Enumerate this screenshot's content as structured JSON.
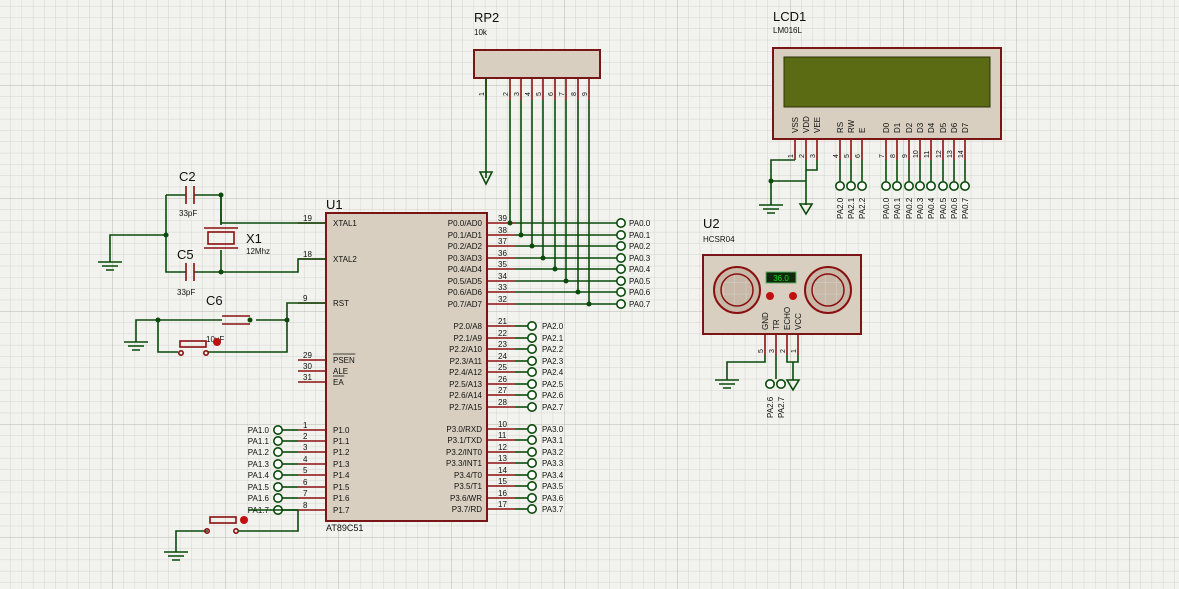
{
  "u1": {
    "ref": "U1",
    "part": "AT89C51",
    "left_pins": [
      {
        "num": "19",
        "name": "XTAL1"
      },
      {
        "num": "18",
        "name": "XTAL2"
      },
      {
        "num": "9",
        "name": "RST"
      },
      {
        "num": "29",
        "name": "PSEN"
      },
      {
        "num": "30",
        "name": "ALE"
      },
      {
        "num": "31",
        "name": "EA"
      },
      {
        "num": "1",
        "name": "P1.0"
      },
      {
        "num": "2",
        "name": "P1.1"
      },
      {
        "num": "3",
        "name": "P1.2"
      },
      {
        "num": "4",
        "name": "P1.3"
      },
      {
        "num": "5",
        "name": "P1.4"
      },
      {
        "num": "6",
        "name": "P1.5"
      },
      {
        "num": "7",
        "name": "P1.6"
      },
      {
        "num": "8",
        "name": "P1.7"
      }
    ],
    "right_pins": [
      {
        "num": "39",
        "name": "P0.0/AD0"
      },
      {
        "num": "38",
        "name": "P0.1/AD1"
      },
      {
        "num": "37",
        "name": "P0.2/AD2"
      },
      {
        "num": "36",
        "name": "P0.3/AD3"
      },
      {
        "num": "35",
        "name": "P0.4/AD4"
      },
      {
        "num": "34",
        "name": "P0.5/AD5"
      },
      {
        "num": "33",
        "name": "P0.6/AD6"
      },
      {
        "num": "32",
        "name": "P0.7/AD7"
      },
      {
        "num": "21",
        "name": "P2.0/A8"
      },
      {
        "num": "22",
        "name": "P2.1/A9"
      },
      {
        "num": "23",
        "name": "P2.2/A10"
      },
      {
        "num": "24",
        "name": "P2.3/A11"
      },
      {
        "num": "25",
        "name": "P2.4/A12"
      },
      {
        "num": "26",
        "name": "P2.5/A13"
      },
      {
        "num": "27",
        "name": "P2.6/A14"
      },
      {
        "num": "28",
        "name": "P2.7/A15"
      },
      {
        "num": "10",
        "name": "P3.0/RXD"
      },
      {
        "num": "11",
        "name": "P3.1/TXD"
      },
      {
        "num": "12",
        "name": "P3.2/INT0"
      },
      {
        "num": "13",
        "name": "P3.3/INT1"
      },
      {
        "num": "14",
        "name": "P3.4/T0"
      },
      {
        "num": "15",
        "name": "P3.5/T1"
      },
      {
        "num": "16",
        "name": "P3.6/WR"
      },
      {
        "num": "17",
        "name": "P3.7/RD"
      }
    ]
  },
  "port0_labels": [
    "PA0.0",
    "PA0.1",
    "PA0.2",
    "PA0.3",
    "PA0.4",
    "PA0.5",
    "PA0.6",
    "PA0.7"
  ],
  "port2_labels": [
    "PA2.0",
    "PA2.1",
    "PA2.2",
    "PA2.3",
    "PA2.4",
    "PA2.5",
    "PA2.6",
    "PA2.7"
  ],
  "port3_labels": [
    "PA3.0",
    "PA3.1",
    "PA3.2",
    "PA3.3",
    "PA3.4",
    "PA3.5",
    "PA3.6",
    "PA3.7"
  ],
  "port1_labels": [
    "PA1.0",
    "PA1.1",
    "PA1.2",
    "PA1.3",
    "PA1.4",
    "PA1.5",
    "PA1.6",
    "PA1.7"
  ],
  "rp2": {
    "ref": "RP2",
    "value": "10k",
    "pins": [
      "1",
      "2",
      "3",
      "4",
      "5",
      "6",
      "7",
      "8",
      "9"
    ]
  },
  "lcd1": {
    "ref": "LCD1",
    "part": "LM016L",
    "pin_names": [
      "VSS",
      "VDD",
      "VEE",
      "RS",
      "RW",
      "E",
      "D0",
      "D1",
      "D2",
      "D3",
      "D4",
      "D5",
      "D6",
      "D7"
    ],
    "pin_nums": [
      "1",
      "2",
      "3",
      "4",
      "5",
      "6",
      "7",
      "8",
      "9",
      "10",
      "11",
      "12",
      "13",
      "14"
    ],
    "terminal_labels": [
      "PA2.0",
      "PA2.1",
      "PA2.2",
      "PA0.0",
      "PA0.1",
      "PA0.2",
      "PA0.3",
      "PA0.4",
      "PA0.5",
      "PA0.6",
      "PA0.7"
    ]
  },
  "u2": {
    "ref": "U2",
    "part": "HCSR04",
    "reading": "36.0",
    "pin_names": [
      "GND",
      "TR",
      "ECHO",
      "VCC"
    ],
    "pin_nums": [
      "5",
      "3",
      "2",
      "1"
    ],
    "terminal_labels": [
      "PA2.6",
      "PA2.7"
    ]
  },
  "c2": {
    "ref": "C2",
    "value": "33pF"
  },
  "c5": {
    "ref": "C5",
    "value": "33pF"
  },
  "c6": {
    "ref": "C6",
    "value": "10uF"
  },
  "x1": {
    "ref": "X1",
    "value": "12Mhz"
  },
  "colors": {
    "wire": "#0a4a0a",
    "component": "#8a1010",
    "body": "#d8cfc0",
    "lcd_screen": "#5b6b14",
    "display": "#18c018"
  }
}
